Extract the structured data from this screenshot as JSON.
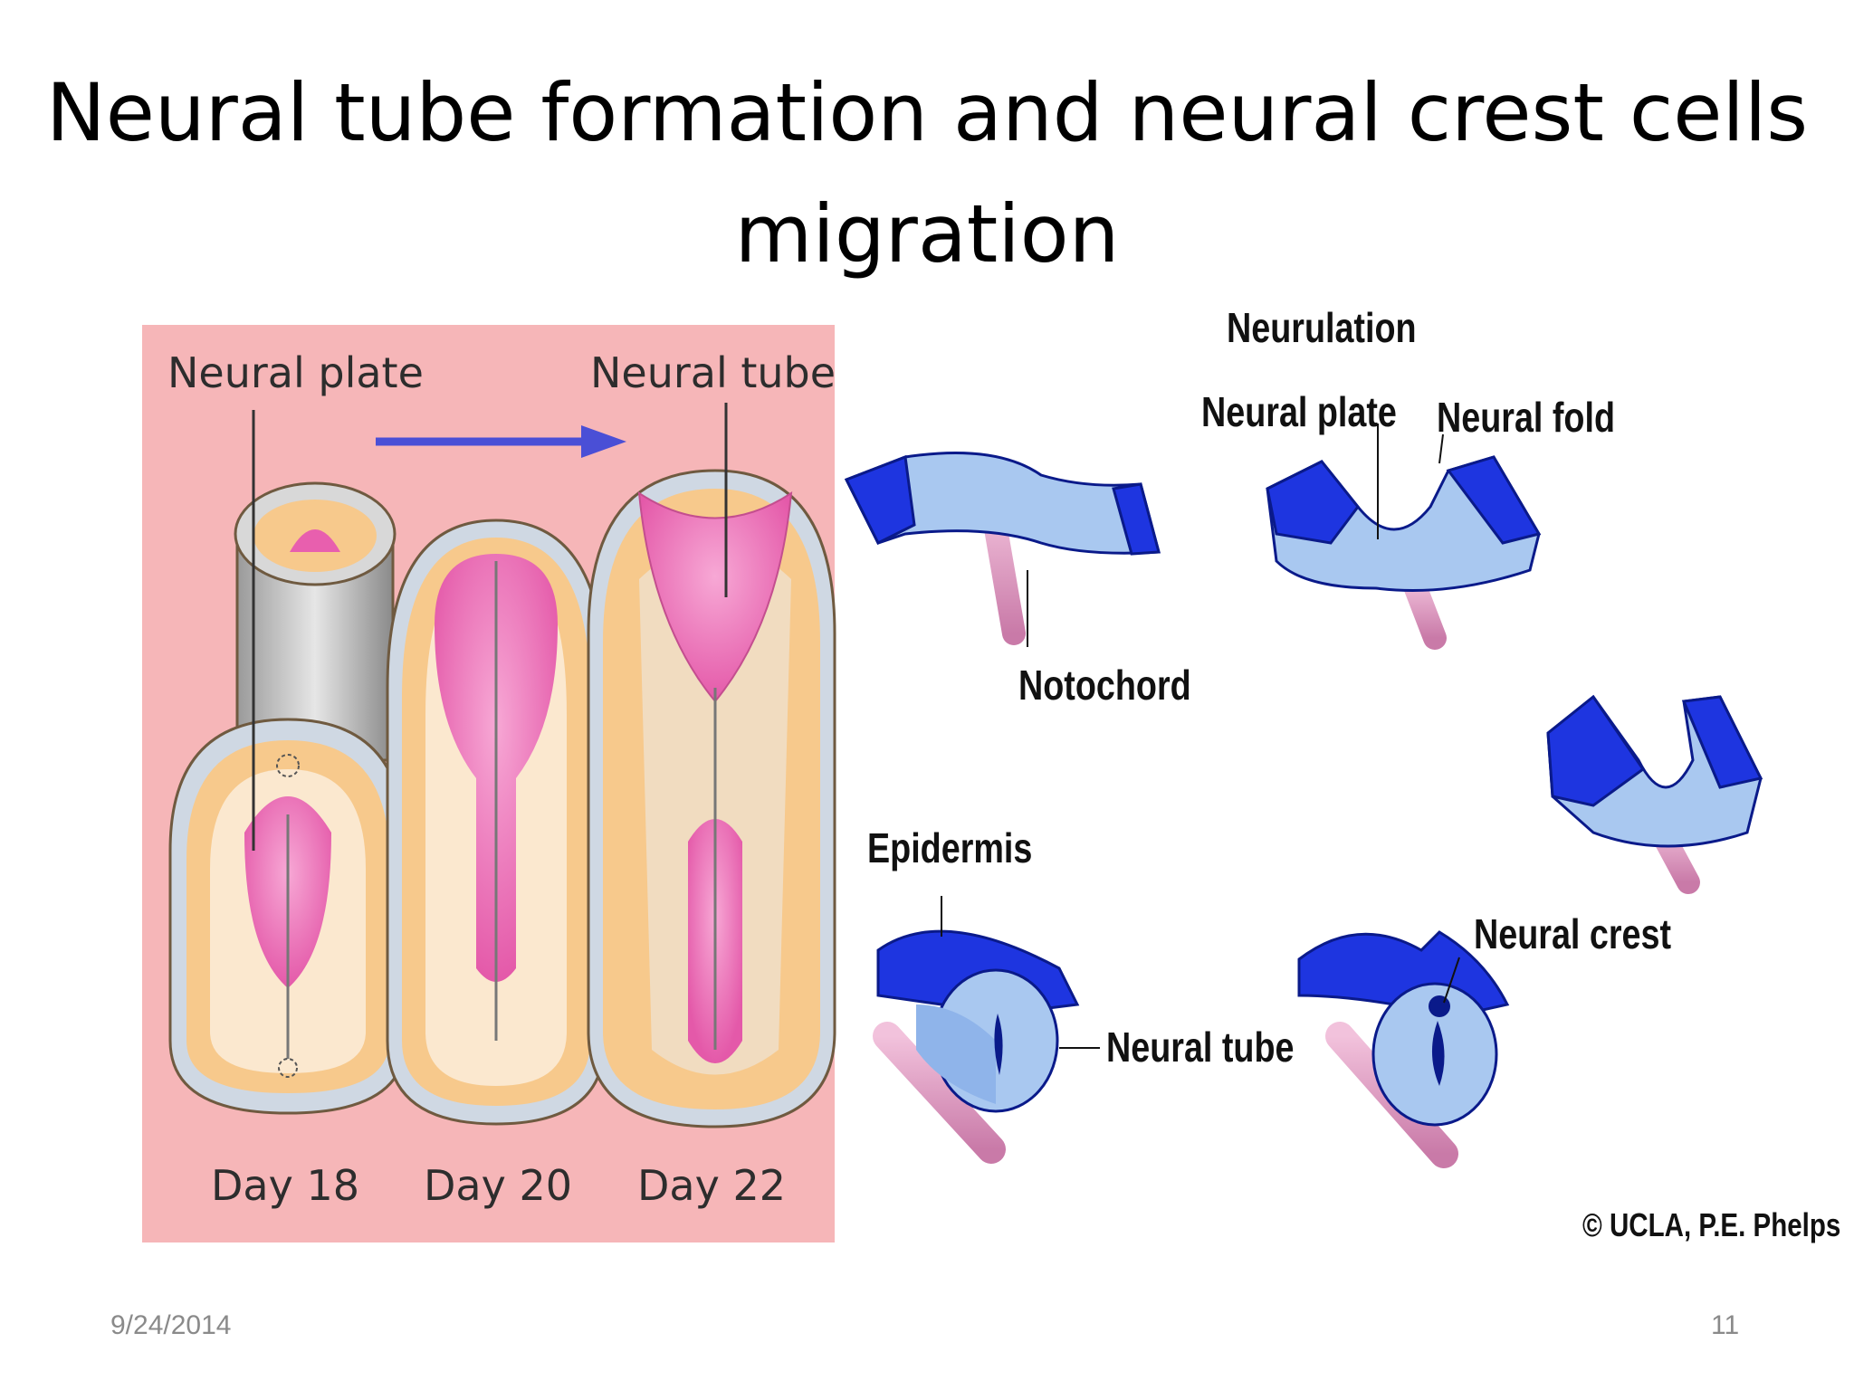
{
  "slide": {
    "title": "Neural tube formation and neural crest cells migration",
    "date": "9/24/2014",
    "page_number": "11"
  },
  "left_figure": {
    "labels": {
      "neural_plate": "Neural plate",
      "neural_tube": "Neural tube",
      "day_18": "Day 18",
      "day_20": "Day 20",
      "day_22": "Day 22"
    },
    "colors": {
      "background": "#f6b6b8",
      "plate": "#e85fae",
      "arrow": "#4a4fd6"
    }
  },
  "right_figure": {
    "labels": {
      "heading": "Neurulation",
      "neural_plate": "Neural plate",
      "neural_fold": "Neural fold",
      "notochord": "Notochord",
      "epidermis": "Epidermis",
      "neural_tube": "Neural tube",
      "neural_crest": "Neural crest",
      "credit": "© UCLA, P.E. Phelps"
    },
    "colors": {
      "epidermis": "#1e35e0",
      "neural_tissue": "#a9c8f0",
      "notochord": "#e7a3c8"
    }
  }
}
